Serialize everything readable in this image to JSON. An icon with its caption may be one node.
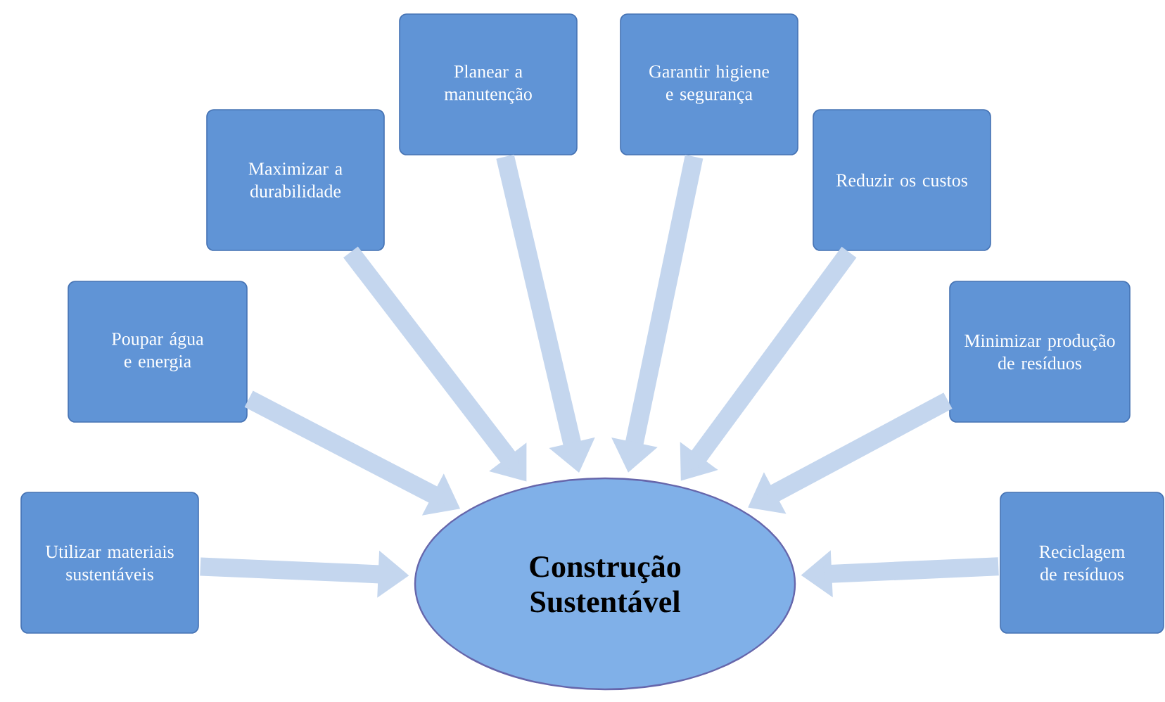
{
  "diagram": {
    "nodes": [
      {
        "text": [
          "Construção Sustentável"
        ]
      },
      {
        "text": [
          "Utilizar materiais sustentáveis"
        ]
      },
      {
        "text": [
          "Poupar água e energia"
        ]
      },
      {
        "text": [
          "Maximizar a durabilidade"
        ]
      },
      {
        "text": [
          "Planear a manutenção"
        ]
      },
      {
        "text": [
          "Garantir higiene e segurança"
        ]
      },
      {
        "text": [
          "Reduzir os custos"
        ]
      },
      {
        "text": [
          "Minimizar produção de resíduos"
        ]
      },
      {
        "text": [
          "Reciclagem de resíduos"
        ]
      }
    ],
    "edges": [
      {
        "from": 1,
        "to": 0,
        "arrow": "to"
      },
      {
        "from": 2,
        "to": 0,
        "arrow": "to"
      },
      {
        "from": 3,
        "to": 0,
        "arrow": "to"
      },
      {
        "from": 4,
        "to": 0,
        "arrow": "to"
      },
      {
        "from": 5,
        "to": 0,
        "arrow": "to"
      },
      {
        "from": 6,
        "to": 0,
        "arrow": "to"
      },
      {
        "from": 7,
        "to": 0,
        "arrow": "to"
      },
      {
        "from": 8,
        "to": 0,
        "arrow": "to"
      }
    ]
  }
}
